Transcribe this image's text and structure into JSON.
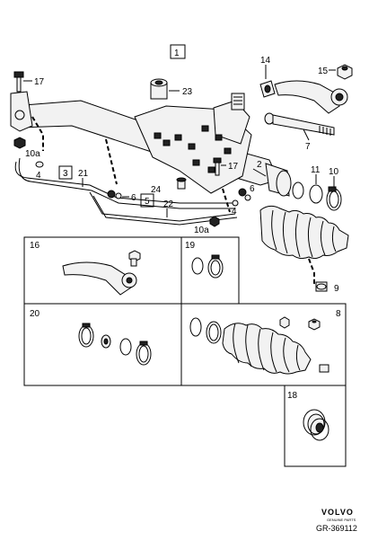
{
  "diagram": {
    "callouts": {
      "c1": "1",
      "c2": "2",
      "c3": "3",
      "c4a": "4",
      "c4b": "4",
      "c5": "5",
      "c6a": "6",
      "c6b": "6",
      "c7": "7",
      "c8": "8",
      "c9": "9",
      "c10": "10",
      "c10a_left": "10a",
      "c10a_mid": "10a",
      "c11": "11",
      "c14": "14",
      "c15": "15",
      "c16": "16",
      "c17a": "17",
      "c17b": "17",
      "c18": "18",
      "c19": "19",
      "c20": "20",
      "c21": "21",
      "c22": "22",
      "c23": "23",
      "c24": "24"
    }
  },
  "footer": {
    "brand": "VOLVO",
    "brand_sub": "GENUINE PARTS",
    "reference": "GR-369112"
  }
}
